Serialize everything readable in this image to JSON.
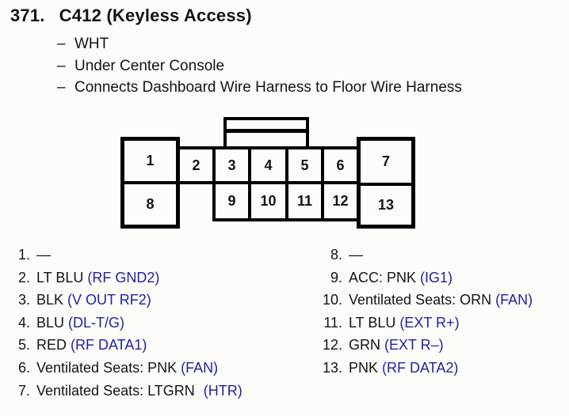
{
  "page": {
    "background": "#fcfcf9"
  },
  "colors": {
    "text": "#141414",
    "accent_blue": "#2222a6",
    "line": "#000000"
  },
  "header": {
    "number": "371.",
    "title": "C412 (Keyless Access)",
    "bullet": "–",
    "details": [
      "WHT",
      "Under Center Console",
      "Connects Dashboard Wire Harness to Floor Wire Harness"
    ]
  },
  "connector": {
    "pins": [
      "1",
      "2",
      "3",
      "4",
      "5",
      "6",
      "7",
      "8",
      "9",
      "10",
      "11",
      "12",
      "13"
    ]
  },
  "pin_list": {
    "left": [
      {
        "num": "1.",
        "wire": "—",
        "signal": ""
      },
      {
        "num": "2.",
        "wire": "LT BLU",
        "signal": "(RF GND2)"
      },
      {
        "num": "3.",
        "wire": "BLK",
        "signal": "(V OUT RF2)"
      },
      {
        "num": "4.",
        "wire": "BLU",
        "signal": "(DL-T/G)"
      },
      {
        "num": "5.",
        "wire": "RED",
        "signal": "(RF DATA1)"
      },
      {
        "num": "6.",
        "wire": "Ventilated Seats: PNK",
        "signal": "(FAN)"
      },
      {
        "num": "7.",
        "wire": "Ventilated Seats: LTGRN",
        "signal": "(HTR)"
      }
    ],
    "right": [
      {
        "num": "8.",
        "wire": "—",
        "signal": ""
      },
      {
        "num": "9.",
        "wire": "ACC: PNK",
        "signal": "(IG1)"
      },
      {
        "num": "10.",
        "wire": "Ventilated Seats: ORN",
        "signal": "(FAN)"
      },
      {
        "num": "11.",
        "wire": "LT BLU",
        "signal": "(EXT R+)"
      },
      {
        "num": "12.",
        "wire": "GRN",
        "signal": "(EXT R–)"
      },
      {
        "num": "13.",
        "wire": "PNK",
        "signal": "(RF DATA2)"
      }
    ]
  }
}
